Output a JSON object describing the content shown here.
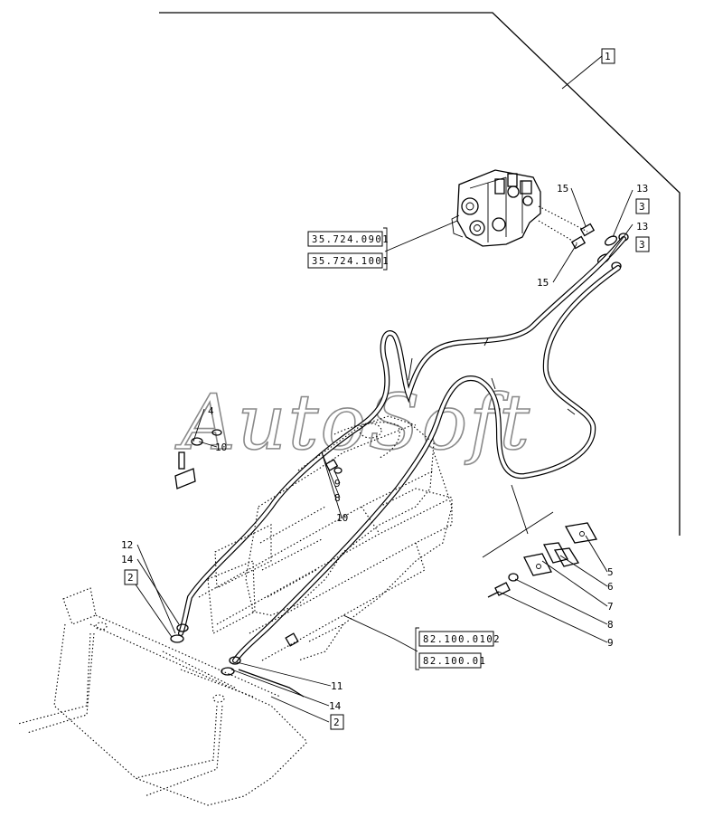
{
  "watermark": "AutoSoft",
  "references": {
    "r1": "35.724.0901",
    "r2": "35.724.1001",
    "r3": "82.100.0102",
    "r4": "82.100.01"
  },
  "callouts": {
    "c1": "1",
    "c2a": "2",
    "c2b": "2",
    "c3a": "3",
    "c3b": "3"
  },
  "labels": {
    "n15a": "15",
    "n15b": "15",
    "n13a": "13",
    "n13b": "13",
    "n4": "4",
    "n10a": "10",
    "n10b": "10",
    "n9a": "9",
    "n8a": "8",
    "n12": "12",
    "n14a": "14",
    "n11": "11",
    "n14b": "14",
    "n5": "5",
    "n6": "6",
    "n7": "7",
    "n8b": "8",
    "n9b": "9"
  }
}
